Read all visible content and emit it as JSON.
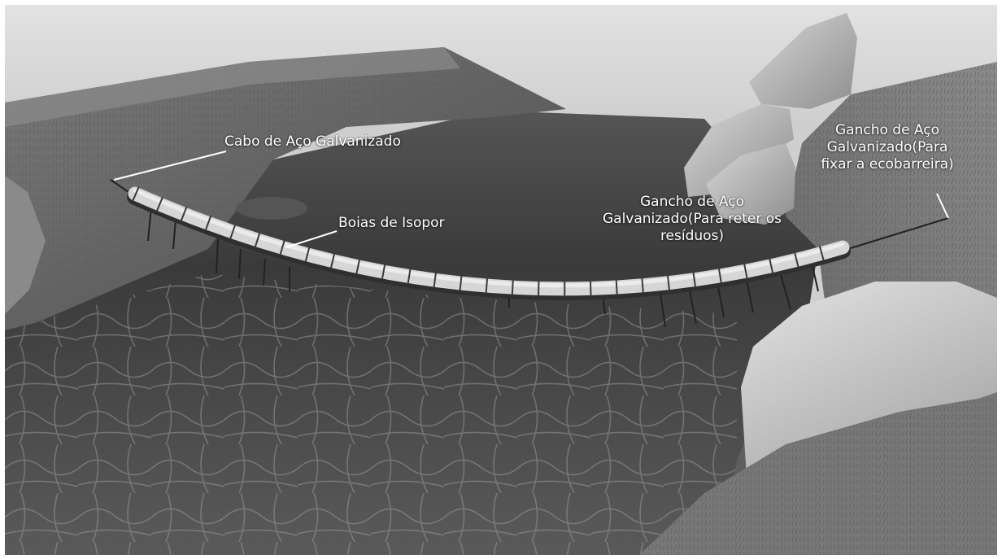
{
  "labels": {
    "cable": "Cabo de Aço Galvanizado",
    "floats": "Boias de Isopor",
    "hook_retain": {
      "line1": "Gancho de Aço",
      "line2": "Galvanizado(Para reter os",
      "line3": "resíduos)"
    },
    "hook_fix": {
      "line1": "Gancho de Aço",
      "line2": "Galvanizado(Para",
      "line3": "fixar a ecobarreira)"
    }
  },
  "colors": {
    "sky": "#d9d9d9",
    "water_dark": "#3e3e3e",
    "water_light": "#6a6a6a",
    "grass": "#6f6f6f",
    "rock": "#bdbdbd",
    "float": "#d6d6d6",
    "leader_line": "#ffffff"
  }
}
